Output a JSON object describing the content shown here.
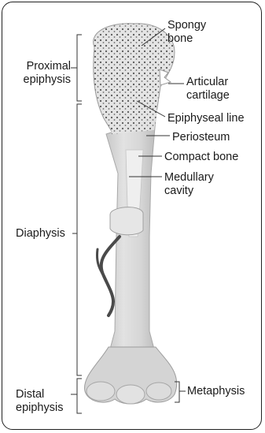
{
  "labels": {
    "spongy_bone": [
      "Spongy",
      "bone"
    ],
    "articular_cartilage": [
      "Articular",
      "cartilage"
    ],
    "epiphyseal_line": "Epiphyseal line",
    "periosteum": "Periosteum",
    "compact_bone": "Compact bone",
    "medullary_cavity": [
      "Medullary",
      "cavity"
    ],
    "proximal_epiphysis": [
      "Proximal",
      "epiphysis"
    ],
    "diaphysis": "Diaphysis",
    "distal_epiphysis": [
      "Distal",
      "epiphysis"
    ],
    "metaphysis": "Metaphysis"
  },
  "colors": {
    "bone_fill": "#d9d9d9",
    "bone_shade": "#bfbfbf",
    "cavity": "#efefef",
    "spongy_dots": "#555555",
    "vessel": "#4a4a4a"
  }
}
